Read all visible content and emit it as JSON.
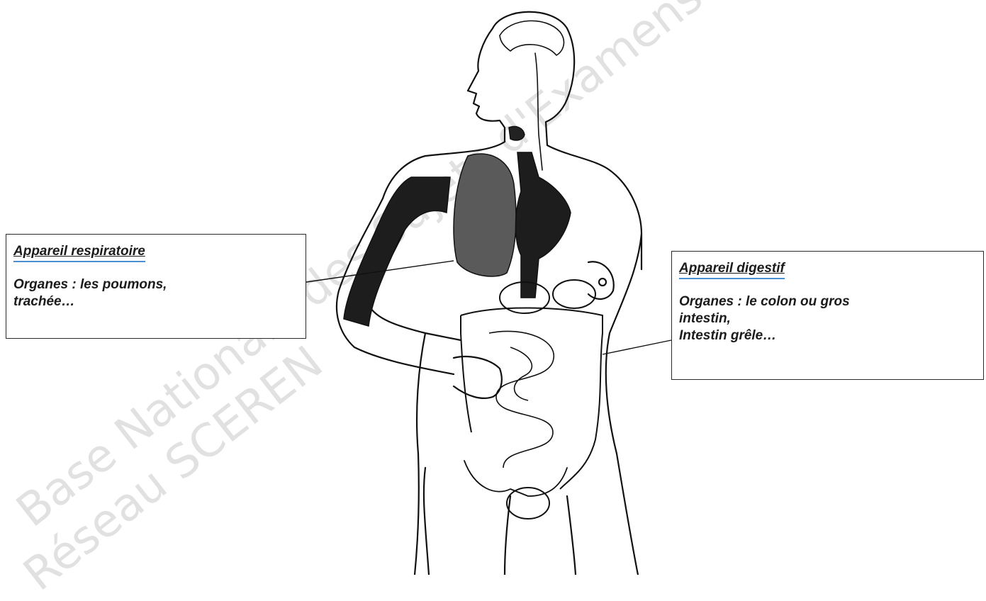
{
  "watermark": {
    "line1": "Base Nationale des Sujets d'Examens",
    "line2": "Réseau SCEREN"
  },
  "callouts": {
    "respiratory": {
      "heading": "Appareil  respiratoire",
      "body": "Organes : les poumons,\ntrachée…"
    },
    "digestive": {
      "heading": "Appareil digestif",
      "body": "Organes : le colon ou gros\nintestin,\nIntestin grêle…"
    }
  }
}
